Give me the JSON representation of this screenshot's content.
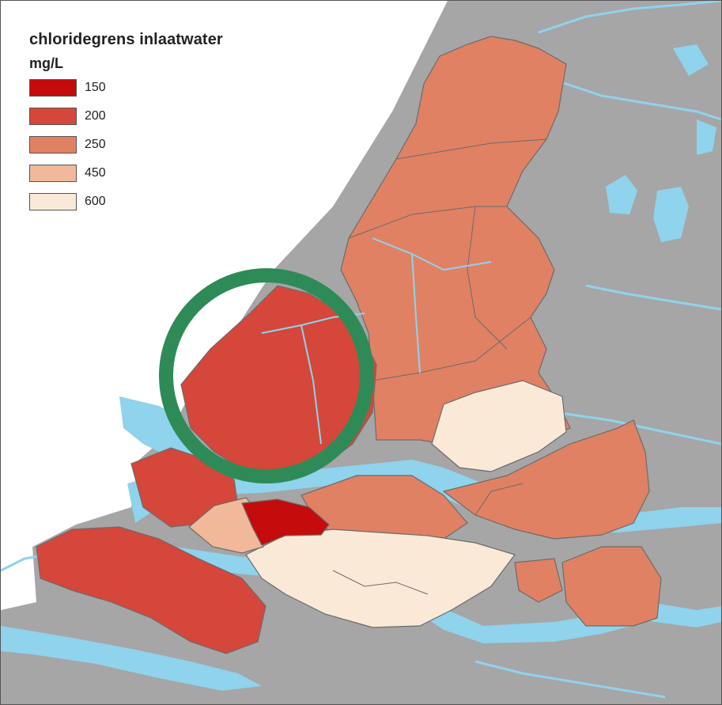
{
  "legend": {
    "title": "chloridegrens inlaatwater",
    "unit": "mg/L",
    "items": [
      {
        "label": "150",
        "color": "#c40c0c"
      },
      {
        "label": "200",
        "color": "#d4473a"
      },
      {
        "label": "250",
        "color": "#e08164"
      },
      {
        "label": "450",
        "color": "#f1b99a"
      },
      {
        "label": "600",
        "color": "#fbe9d7"
      }
    ]
  },
  "colors": {
    "land": "#a6a6a6",
    "water": "#8fd3ec",
    "sea": "#ffffff",
    "boundary": "#6b6b6b",
    "highlight": "#2e8b57"
  }
}
